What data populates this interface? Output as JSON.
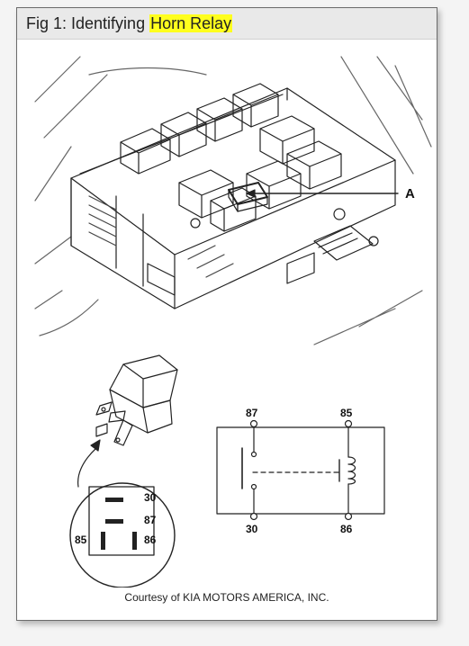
{
  "figure": {
    "title_prefix": "Fig 1: Identifying ",
    "title_highlight": "Horn Relay",
    "highlight_color": "#ffff1e",
    "caption": "Courtesy of KIA MOTORS AMERICA, INC."
  },
  "fusebox": {
    "callout_label": "A"
  },
  "pin_view": {
    "pins": [
      "30",
      "87",
      "85",
      "86"
    ]
  },
  "schematic": {
    "terminals": [
      "87",
      "85",
      "30",
      "86"
    ]
  }
}
